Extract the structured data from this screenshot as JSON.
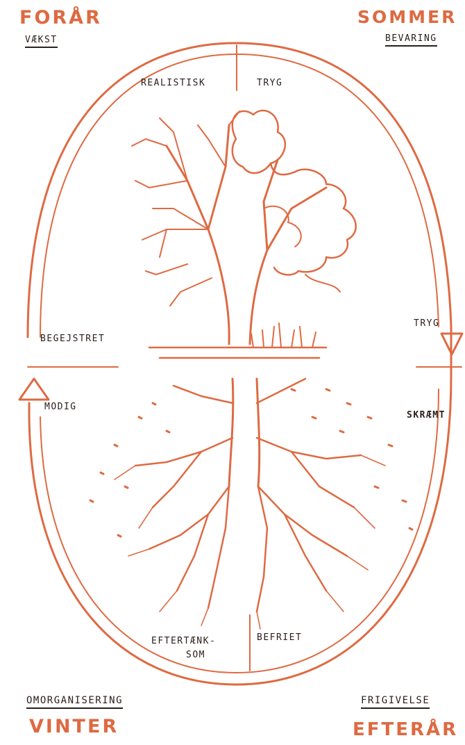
{
  "seasons": {
    "spring": {
      "name": "FORÅR",
      "theme": "VÆKST"
    },
    "summer": {
      "name": "SOMMER",
      "theme": "BEVARING"
    },
    "winter": {
      "name": "VINTER",
      "theme": "OMORGANISERING"
    },
    "autumn": {
      "name": "EFTERÅR",
      "theme": "FRIGIVELSE"
    }
  },
  "traits": {
    "top_left": "REALISTISK",
    "top_right": "TRYG",
    "left_upper": "BEGEJSTRET",
    "left_lower": "MODIG",
    "right_upper": "TRYG",
    "right_lower": "SKRÆMT",
    "bottom_left_line1": "EFTERTÆNK-",
    "bottom_left_line2": "SOM",
    "bottom_right": "BEFRIET"
  },
  "colors": {
    "accent": "#de6a42",
    "ink": "#2a201c",
    "background": "#ffffff"
  },
  "icons": {
    "cycle_arrows": "arrow-up-icon, arrow-down-icon",
    "illustration": "oak-tree-with-roots"
  }
}
